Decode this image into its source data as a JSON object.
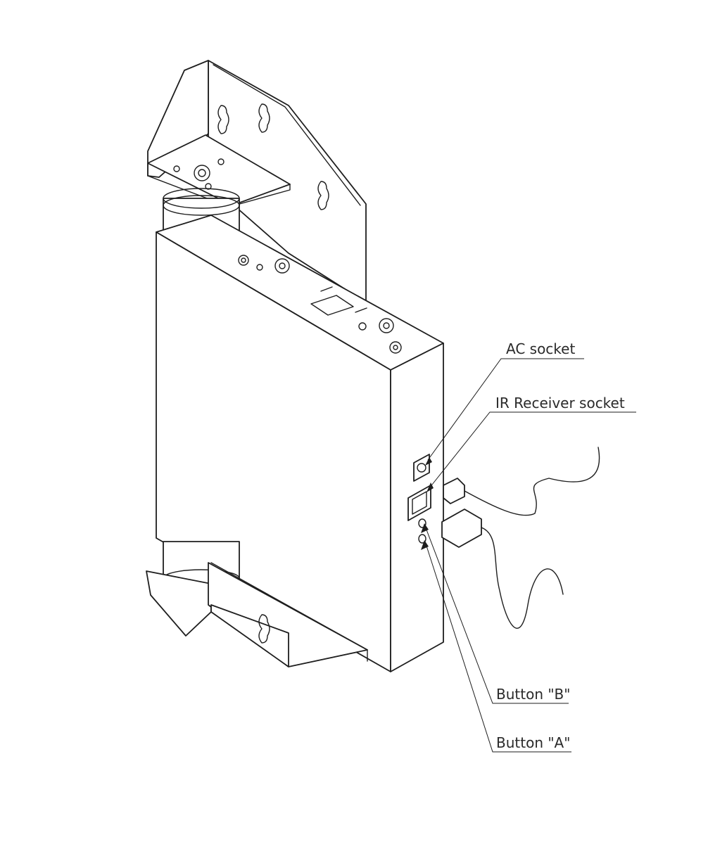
{
  "diagram": {
    "callouts": {
      "ac_socket": "AC socket",
      "ir_receiver_socket": "IR Receiver socket",
      "button_b": "Button \"B\"",
      "button_a": "Button \"A\""
    }
  },
  "colors": {
    "line": "#1e1e1e",
    "fill": "#ffffff",
    "background": "#ffffff"
  }
}
